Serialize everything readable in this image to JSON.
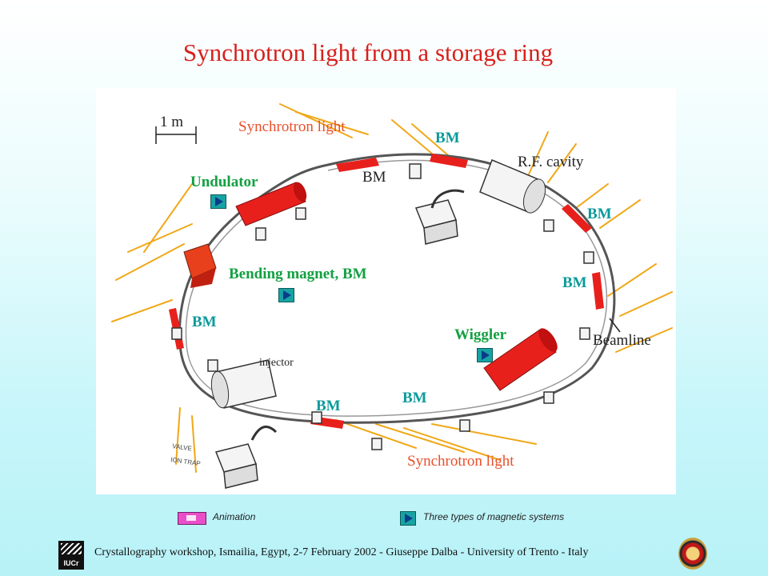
{
  "title": "Synchrotron light from a storage ring",
  "diagram": {
    "scale_label": "1 m",
    "labels": {
      "synchrotron_light_top": "Synchrotron light",
      "synchrotron_light_bottom": "Synchrotron light",
      "bm_top_right": "BM",
      "bm_top_plain": "BM",
      "rf_cavity": "R.F. cavity",
      "undulator": "Undulator",
      "bm_right_1": "BM",
      "bending_magnet": "Bending magnet, BM",
      "bm_right_2": "BM",
      "bm_left": "BM",
      "wiggler": "Wiggler",
      "beamline": "Beamline",
      "injector": "injector",
      "bm_bottom_1": "BM",
      "bm_bottom_2": "BM"
    },
    "colors": {
      "magnet_red": "#e8201c",
      "ray_orange": "#f0a818",
      "label_teal": "#0b9a9a",
      "label_green": "#13a041",
      "label_red": "#e8502c"
    }
  },
  "legend": {
    "animation": "Animation",
    "three_types": "Three types of magnetic systems"
  },
  "footer": {
    "text": "Crystallography workshop, Ismailia, Egypt, 2-7 February  2002 - Giuseppe Dalba -  University of Trento - Italy",
    "logo_text": "IUCr"
  }
}
